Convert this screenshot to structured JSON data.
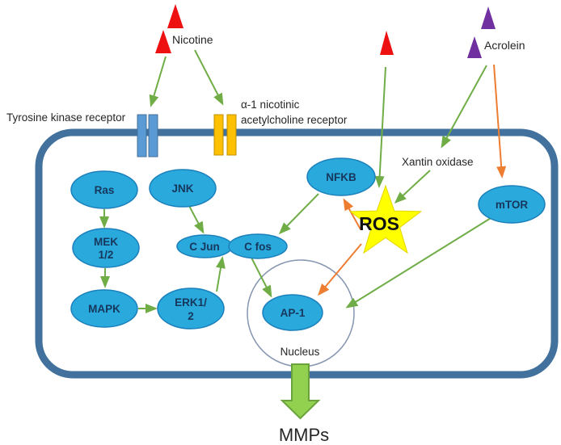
{
  "labels": {
    "nicotine": "Nicotine",
    "acrolein": "Acrolein",
    "tyrosine_receptor": "Tyrosine kinase receptor",
    "nicotinic_receptor_line1": "α-1 nicotinic",
    "nicotinic_receptor_line2": "acetylcholine receptor",
    "xantin_oxidase": "Xantin oxidase",
    "ros": "ROS",
    "nucleus": "Nucleus",
    "mmps": "MMPs"
  },
  "nodes": {
    "ras": {
      "label": "Ras"
    },
    "jnk": {
      "label": "JNK"
    },
    "nfkb": {
      "label": "NFKB"
    },
    "mtor": {
      "label": "mTOR"
    },
    "mek": {
      "line1": "MEK",
      "line2": "1/2"
    },
    "cjun": {
      "label": "C Jun"
    },
    "cfos": {
      "label": "C fos"
    },
    "mapk": {
      "label": "MAPK"
    },
    "erk": {
      "line1": "ERK1/",
      "line2": "2"
    },
    "ap1": {
      "label": "AP-1"
    }
  },
  "edges": [
    {
      "from": "nicotine",
      "to": "tyrosine-kinase-receptor",
      "color": "green"
    },
    {
      "from": "nicotine",
      "to": "a1-nicotinic-acetylcholine-receptor",
      "color": "green"
    },
    {
      "from": "nicotine-ros-trigger",
      "to": "ros",
      "color": "green"
    },
    {
      "from": "acrolein",
      "to": "xantin-oxidase",
      "color": "green"
    },
    {
      "from": "acrolein",
      "to": "mtor",
      "color": "orange"
    },
    {
      "from": "xantin-oxidase",
      "to": "ros",
      "color": "green"
    },
    {
      "from": "ras",
      "to": "mek-1-2",
      "color": "green"
    },
    {
      "from": "mek-1-2",
      "to": "mapk",
      "color": "green"
    },
    {
      "from": "mapk",
      "to": "erk1-2",
      "color": "green"
    },
    {
      "from": "erk1-2",
      "to": "c-jun",
      "color": "green"
    },
    {
      "from": "jnk",
      "to": "c-jun",
      "color": "green"
    },
    {
      "from": "nfkb",
      "to": "c-fos",
      "color": "green"
    },
    {
      "from": "ros",
      "to": "nfkb",
      "color": "orange"
    },
    {
      "from": "ros",
      "to": "ap-1",
      "color": "orange"
    },
    {
      "from": "c-fos",
      "to": "ap-1",
      "color": "green"
    },
    {
      "from": "mtor",
      "to": "ap-1",
      "color": "green"
    },
    {
      "from": "nucleus",
      "to": "mmps",
      "color": "green-block"
    }
  ],
  "colors": {
    "membrane": "#41719C",
    "node_fill": "#29A9DC",
    "node_stroke": "#1B80BB",
    "node_text": "#17375D",
    "green_arrow": "#70AD47",
    "orange_arrow": "#ED7D31",
    "red_triangle": "#EE1111",
    "purple_triangle": "#7030A0",
    "blue_receptor": "#5B9BD5",
    "yellow_receptor": "#FFC000",
    "ros_star": "#FFFF00",
    "mmps_arrow": "#92D050",
    "nucleus_stroke": "#8496B0"
  }
}
